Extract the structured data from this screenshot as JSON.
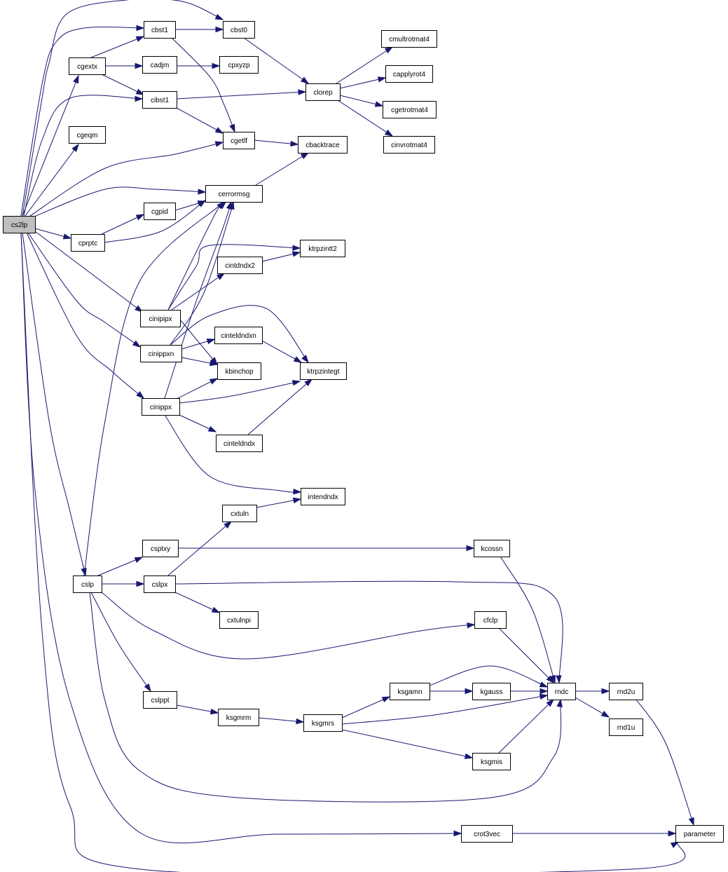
{
  "colors": {
    "edge": "#191970",
    "root_fill": "#bfbfbf",
    "node_fill": "#ffffff",
    "border": "#000000"
  },
  "nodes": {
    "cs2lp": "cs2lp",
    "cbst1": "cbst1",
    "cbst0": "cbst0",
    "cgextx": "cgextx",
    "cadjm": "cadjm",
    "cpxyzp": "cpxyzp",
    "cibst1": "cibst1",
    "clorep": "clorep",
    "cmultrotmat4": "cmultrotmat4",
    "capplyrot4": "capplyrot4",
    "cgetrotmat4": "cgetrotmat4",
    "cinvrotmat4": "cinvrotmat4",
    "cgeqm": "cgeqm",
    "cgetlf": "cgetlf",
    "cbacktrace": "cbacktrace",
    "cerrormsg": "cerrormsg",
    "cgpid": "cgpid",
    "cprptc": "cprptc",
    "ktrpzintt2": "ktrpzintt2",
    "cintdndx2": "cintdndx2",
    "cinipipx": "cinipipx",
    "cinteldndxn": "cinteldndxn",
    "cinippxn": "cinippxn",
    "kbinchop": "kbinchop",
    "ktrpzintegt": "ktrpzintegt",
    "cinippx": "cinippx",
    "cinteldndx": "cinteldndx",
    "intendndx": "intendndx",
    "cxtuln": "cxtuln",
    "csptxy": "csptxy",
    "kcossn": "kcossn",
    "cslp": "cslp",
    "cslpx": "cslpx",
    "cxtulnpi": "cxtulnpi",
    "cfclp": "cfclp",
    "cslppt": "cslppt",
    "ksgamn": "ksgamn",
    "kgauss": "kgauss",
    "rndc": "rndc",
    "rnd2u": "rnd2u",
    "ksgmrm": "ksgmrm",
    "ksgmrs": "ksgmrs",
    "rnd1u": "rnd1u",
    "ksgmis": "ksgmis",
    "crot3vec": "crot3vec",
    "parameter": "parameter"
  },
  "edges": [
    [
      "cs2lp",
      "cbst0"
    ],
    [
      "cs2lp",
      "cbst1"
    ],
    [
      "cs2lp",
      "cgextx"
    ],
    [
      "cs2lp",
      "cibst1"
    ],
    [
      "cs2lp",
      "cgeqm"
    ],
    [
      "cs2lp",
      "cgetlf"
    ],
    [
      "cs2lp",
      "cerrormsg"
    ],
    [
      "cs2lp",
      "cprptc"
    ],
    [
      "cs2lp",
      "cinipipx"
    ],
    [
      "cs2lp",
      "cinippxn"
    ],
    [
      "cs2lp",
      "cinippx"
    ],
    [
      "cs2lp",
      "cslp"
    ],
    [
      "cs2lp",
      "crot3vec"
    ],
    [
      "cs2lp",
      "parameter"
    ],
    [
      "cbst1",
      "cbst0"
    ],
    [
      "cbst1",
      "cgetlf"
    ],
    [
      "cbst0",
      "clorep"
    ],
    [
      "cgextx",
      "cbst1"
    ],
    [
      "cgextx",
      "cadjm"
    ],
    [
      "cgextx",
      "cibst1"
    ],
    [
      "cadjm",
      "cpxyzp"
    ],
    [
      "cibst1",
      "clorep"
    ],
    [
      "cibst1",
      "cgetlf"
    ],
    [
      "clorep",
      "cmultrotmat4"
    ],
    [
      "clorep",
      "capplyrot4"
    ],
    [
      "clorep",
      "cgetrotmat4"
    ],
    [
      "clorep",
      "cinvrotmat4"
    ],
    [
      "cgetlf",
      "cbacktrace"
    ],
    [
      "cerrormsg",
      "cbacktrace"
    ],
    [
      "cprptc",
      "cgpid"
    ],
    [
      "cprptc",
      "cerrormsg"
    ],
    [
      "cgpid",
      "cerrormsg"
    ],
    [
      "cinipipx",
      "cerrormsg"
    ],
    [
      "cinipipx",
      "ktrpzintt2"
    ],
    [
      "cinipipx",
      "cintdndx2"
    ],
    [
      "cinipipx",
      "kbinchop"
    ],
    [
      "cintdndx2",
      "ktrpzintt2"
    ],
    [
      "cinippxn",
      "cerrormsg"
    ],
    [
      "cinippxn",
      "cinteldndxn"
    ],
    [
      "cinippxn",
      "kbinchop"
    ],
    [
      "cinippxn",
      "ktrpzintegt"
    ],
    [
      "cinteldndxn",
      "ktrpzintegt"
    ],
    [
      "cinippx",
      "cerrormsg"
    ],
    [
      "cinippx",
      "kbinchop"
    ],
    [
      "cinippx",
      "ktrpzintegt"
    ],
    [
      "cinippx",
      "cinteldndx"
    ],
    [
      "cinippx",
      "intendndx"
    ],
    [
      "cinteldndx",
      "ktrpzintegt"
    ],
    [
      "cslp",
      "cerrormsg"
    ],
    [
      "cslp",
      "csptxy"
    ],
    [
      "cslp",
      "cslpx"
    ],
    [
      "cslp",
      "cfclp"
    ],
    [
      "cslp",
      "cslppt"
    ],
    [
      "cslp",
      "rndc"
    ],
    [
      "csptxy",
      "kcossn"
    ],
    [
      "cslpx",
      "cxtuln"
    ],
    [
      "cslpx",
      "rndc"
    ],
    [
      "cslpx",
      "cxtulnpi"
    ],
    [
      "cxtuln",
      "intendndx"
    ],
    [
      "kcossn",
      "rndc"
    ],
    [
      "cfclp",
      "rndc"
    ],
    [
      "cslppt",
      "ksgmrm"
    ],
    [
      "ksgmrm",
      "ksgmrs"
    ],
    [
      "ksgmrs",
      "ksgamn"
    ],
    [
      "ksgmrs",
      "rndc"
    ],
    [
      "ksgmrs",
      "ksgmis"
    ],
    [
      "ksgamn",
      "kgauss"
    ],
    [
      "ksgamn",
      "rndc"
    ],
    [
      "kgauss",
      "rndc"
    ],
    [
      "ksgmis",
      "rndc"
    ],
    [
      "rndc",
      "rnd2u"
    ],
    [
      "rndc",
      "rnd1u"
    ],
    [
      "rnd2u",
      "parameter"
    ],
    [
      "crot3vec",
      "parameter"
    ]
  ]
}
